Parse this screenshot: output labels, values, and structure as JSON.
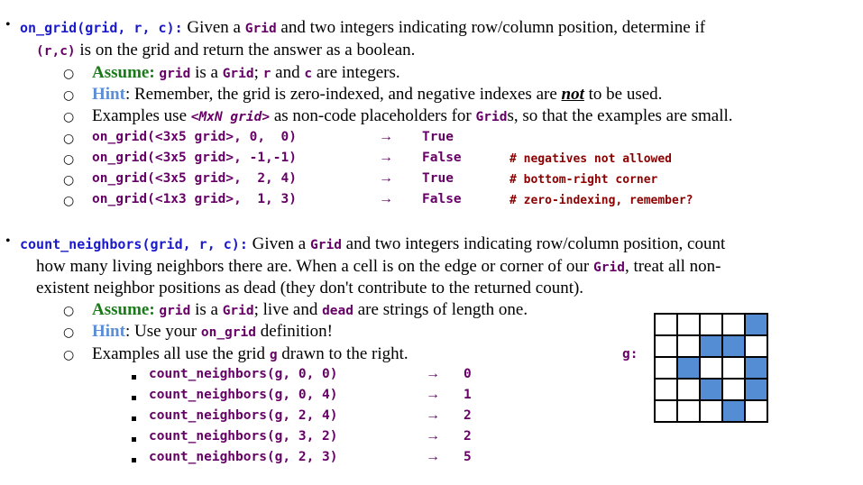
{
  "on_grid": {
    "signature": "on_grid(grid, r, c):",
    "desc_1a": " Given a ",
    "grid_word": "Grid",
    "desc_1b": " and two integers indicating row/column position, determine if",
    "rc": "(r,c)",
    "desc_2": " is on the grid and return the answer as a boolean.",
    "assume_label": "Assume:",
    "assume_grid": "grid",
    "assume_is_a": " is a ",
    "assume_Grid": "Grid",
    "assume_semi": "; ",
    "assume_r": "r",
    "assume_and": " and ",
    "assume_c": "c",
    "assume_rest": " are integers.",
    "hint_label": "Hint",
    "hint_text_a": ": Remember, the grid is zero-indexed, and negative indexes are ",
    "hint_not": "not",
    "hint_text_b": " to be used.",
    "examples_a": "Examples use ",
    "examples_placeholder": "<MxN grid>",
    "examples_b": " as non-code placeholders for ",
    "examples_grids": "Grid",
    "examples_c": "s, so that the examples are small.",
    "examples": [
      {
        "call": "on_grid(<3x5 grid>, 0,  0)",
        "arrow": "→",
        "result": "True",
        "comment": ""
      },
      {
        "call": "on_grid(<3x5 grid>, -1,-1)",
        "arrow": "→",
        "result": "False",
        "comment": "# negatives not allowed"
      },
      {
        "call": "on_grid(<3x5 grid>,  2, 4)",
        "arrow": "→",
        "result": "True",
        "comment": "# bottom-right corner"
      },
      {
        "call": "on_grid(<1x3 grid>,  1, 3)",
        "arrow": "→",
        "result": "False",
        "comment": "# zero-indexing, remember?"
      }
    ]
  },
  "count_neighbors": {
    "signature": "count_neighbors(grid, r, c):",
    "desc_1a": " Given a ",
    "grid_word": "Grid",
    "desc_1b": " and two integers indicating row/column position, count",
    "desc_2a": "how many living neighbors there are. When a cell is on the edge or corner of our ",
    "desc_2_grid": "Grid",
    "desc_2b": ", treat all non-",
    "desc_3": "existent neighbor positions as dead (they don't contribute to the returned count).",
    "assume_label": "Assume:",
    "assume_grid": "grid",
    "assume_is_a": " is a ",
    "assume_Grid": "Grid",
    "assume_mid": "; live and ",
    "assume_dead": "dead",
    "assume_rest": " are strings of length one.",
    "hint_label": "Hint",
    "hint_a": ": Use your ",
    "hint_code": "on_grid",
    "hint_b": " definition!",
    "examples_a": "Examples all use the grid ",
    "examples_g": "g",
    "examples_b": " drawn to the right.",
    "examples": [
      {
        "call": "count_neighbors(g, 0, 0)",
        "arrow": "→",
        "result": "0"
      },
      {
        "call": "count_neighbors(g, 0, 4)",
        "arrow": "→",
        "result": "1"
      },
      {
        "call": "count_neighbors(g, 2, 4)",
        "arrow": "→",
        "result": "2"
      },
      {
        "call": "count_neighbors(g, 3, 2)",
        "arrow": "→",
        "result": "2"
      },
      {
        "call": "count_neighbors(g, 2, 3)",
        "arrow": "→",
        "result": "5"
      }
    ],
    "grid_label": "g:",
    "grid_live_color": "#548dd4",
    "grid_cells": [
      [
        0,
        0,
        0,
        0,
        1
      ],
      [
        0,
        0,
        1,
        1,
        0
      ],
      [
        0,
        1,
        0,
        0,
        1
      ],
      [
        0,
        0,
        1,
        0,
        1
      ],
      [
        0,
        0,
        0,
        1,
        0
      ]
    ]
  }
}
